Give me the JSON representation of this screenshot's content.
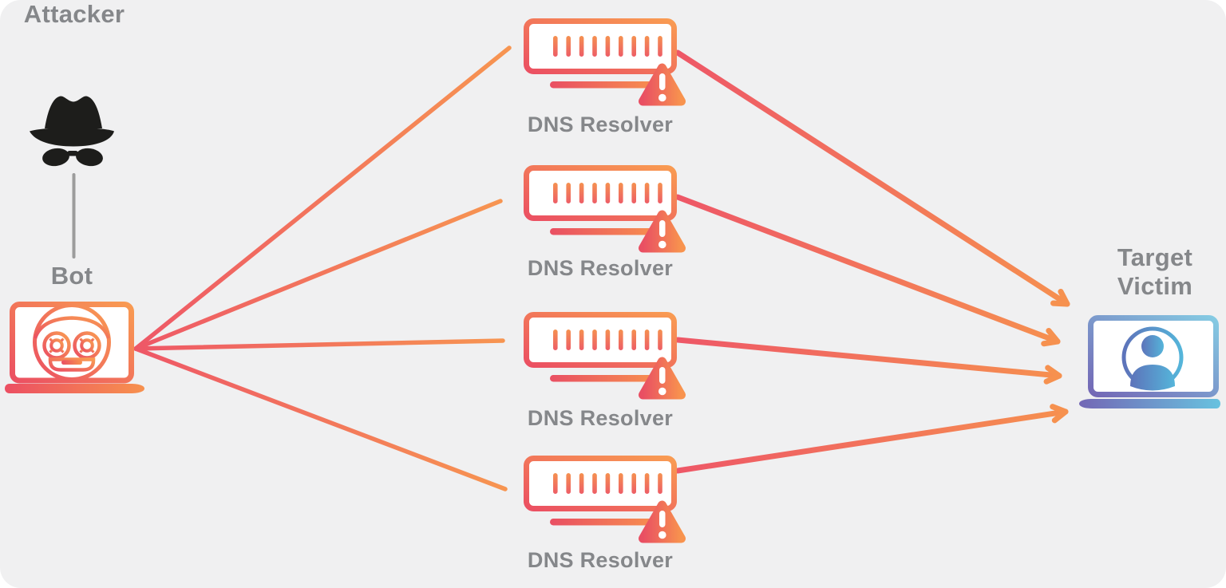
{
  "attacker": {
    "label": "Attacker",
    "icon": "spy-hat-mask-icon"
  },
  "bot": {
    "label": "Bot",
    "icon": "robot-laptop-icon"
  },
  "resolvers": [
    {
      "label": "DNS Resolver",
      "icon": "server-warning-icon"
    },
    {
      "label": "DNS Resolver",
      "icon": "server-warning-icon"
    },
    {
      "label": "DNS Resolver",
      "icon": "server-warning-icon"
    },
    {
      "label": "DNS Resolver",
      "icon": "server-warning-icon"
    }
  ],
  "target": {
    "label": "Target Victim",
    "icon": "person-laptop-icon"
  },
  "connections": [
    {
      "from": "attacker",
      "to": "bot",
      "style": "plain-gray"
    },
    {
      "from": "bot",
      "to": "dns-resolver-1",
      "style": "gradient-line"
    },
    {
      "from": "bot",
      "to": "dns-resolver-2",
      "style": "gradient-line"
    },
    {
      "from": "bot",
      "to": "dns-resolver-3",
      "style": "gradient-line"
    },
    {
      "from": "bot",
      "to": "dns-resolver-4",
      "style": "gradient-line"
    },
    {
      "from": "dns-resolver-1",
      "to": "target-victim",
      "style": "gradient-arrow"
    },
    {
      "from": "dns-resolver-2",
      "to": "target-victim",
      "style": "gradient-arrow"
    },
    {
      "from": "dns-resolver-3",
      "to": "target-victim",
      "style": "gradient-arrow"
    },
    {
      "from": "dns-resolver-4",
      "to": "target-victim",
      "style": "gradient-arrow"
    }
  ],
  "colors": {
    "background": "#f0f0f1",
    "label_text": "#85878a",
    "line_red": "#ed5466",
    "line_orange": "#f7954e",
    "arrowhead": "#f6914f",
    "attacker_black": "#1d1d1b",
    "attacker_connector_gray": "#9c9c9c",
    "victim_purple": "#7367b5",
    "victim_blue": "#85cbe3",
    "server_white": "#ffffff"
  }
}
